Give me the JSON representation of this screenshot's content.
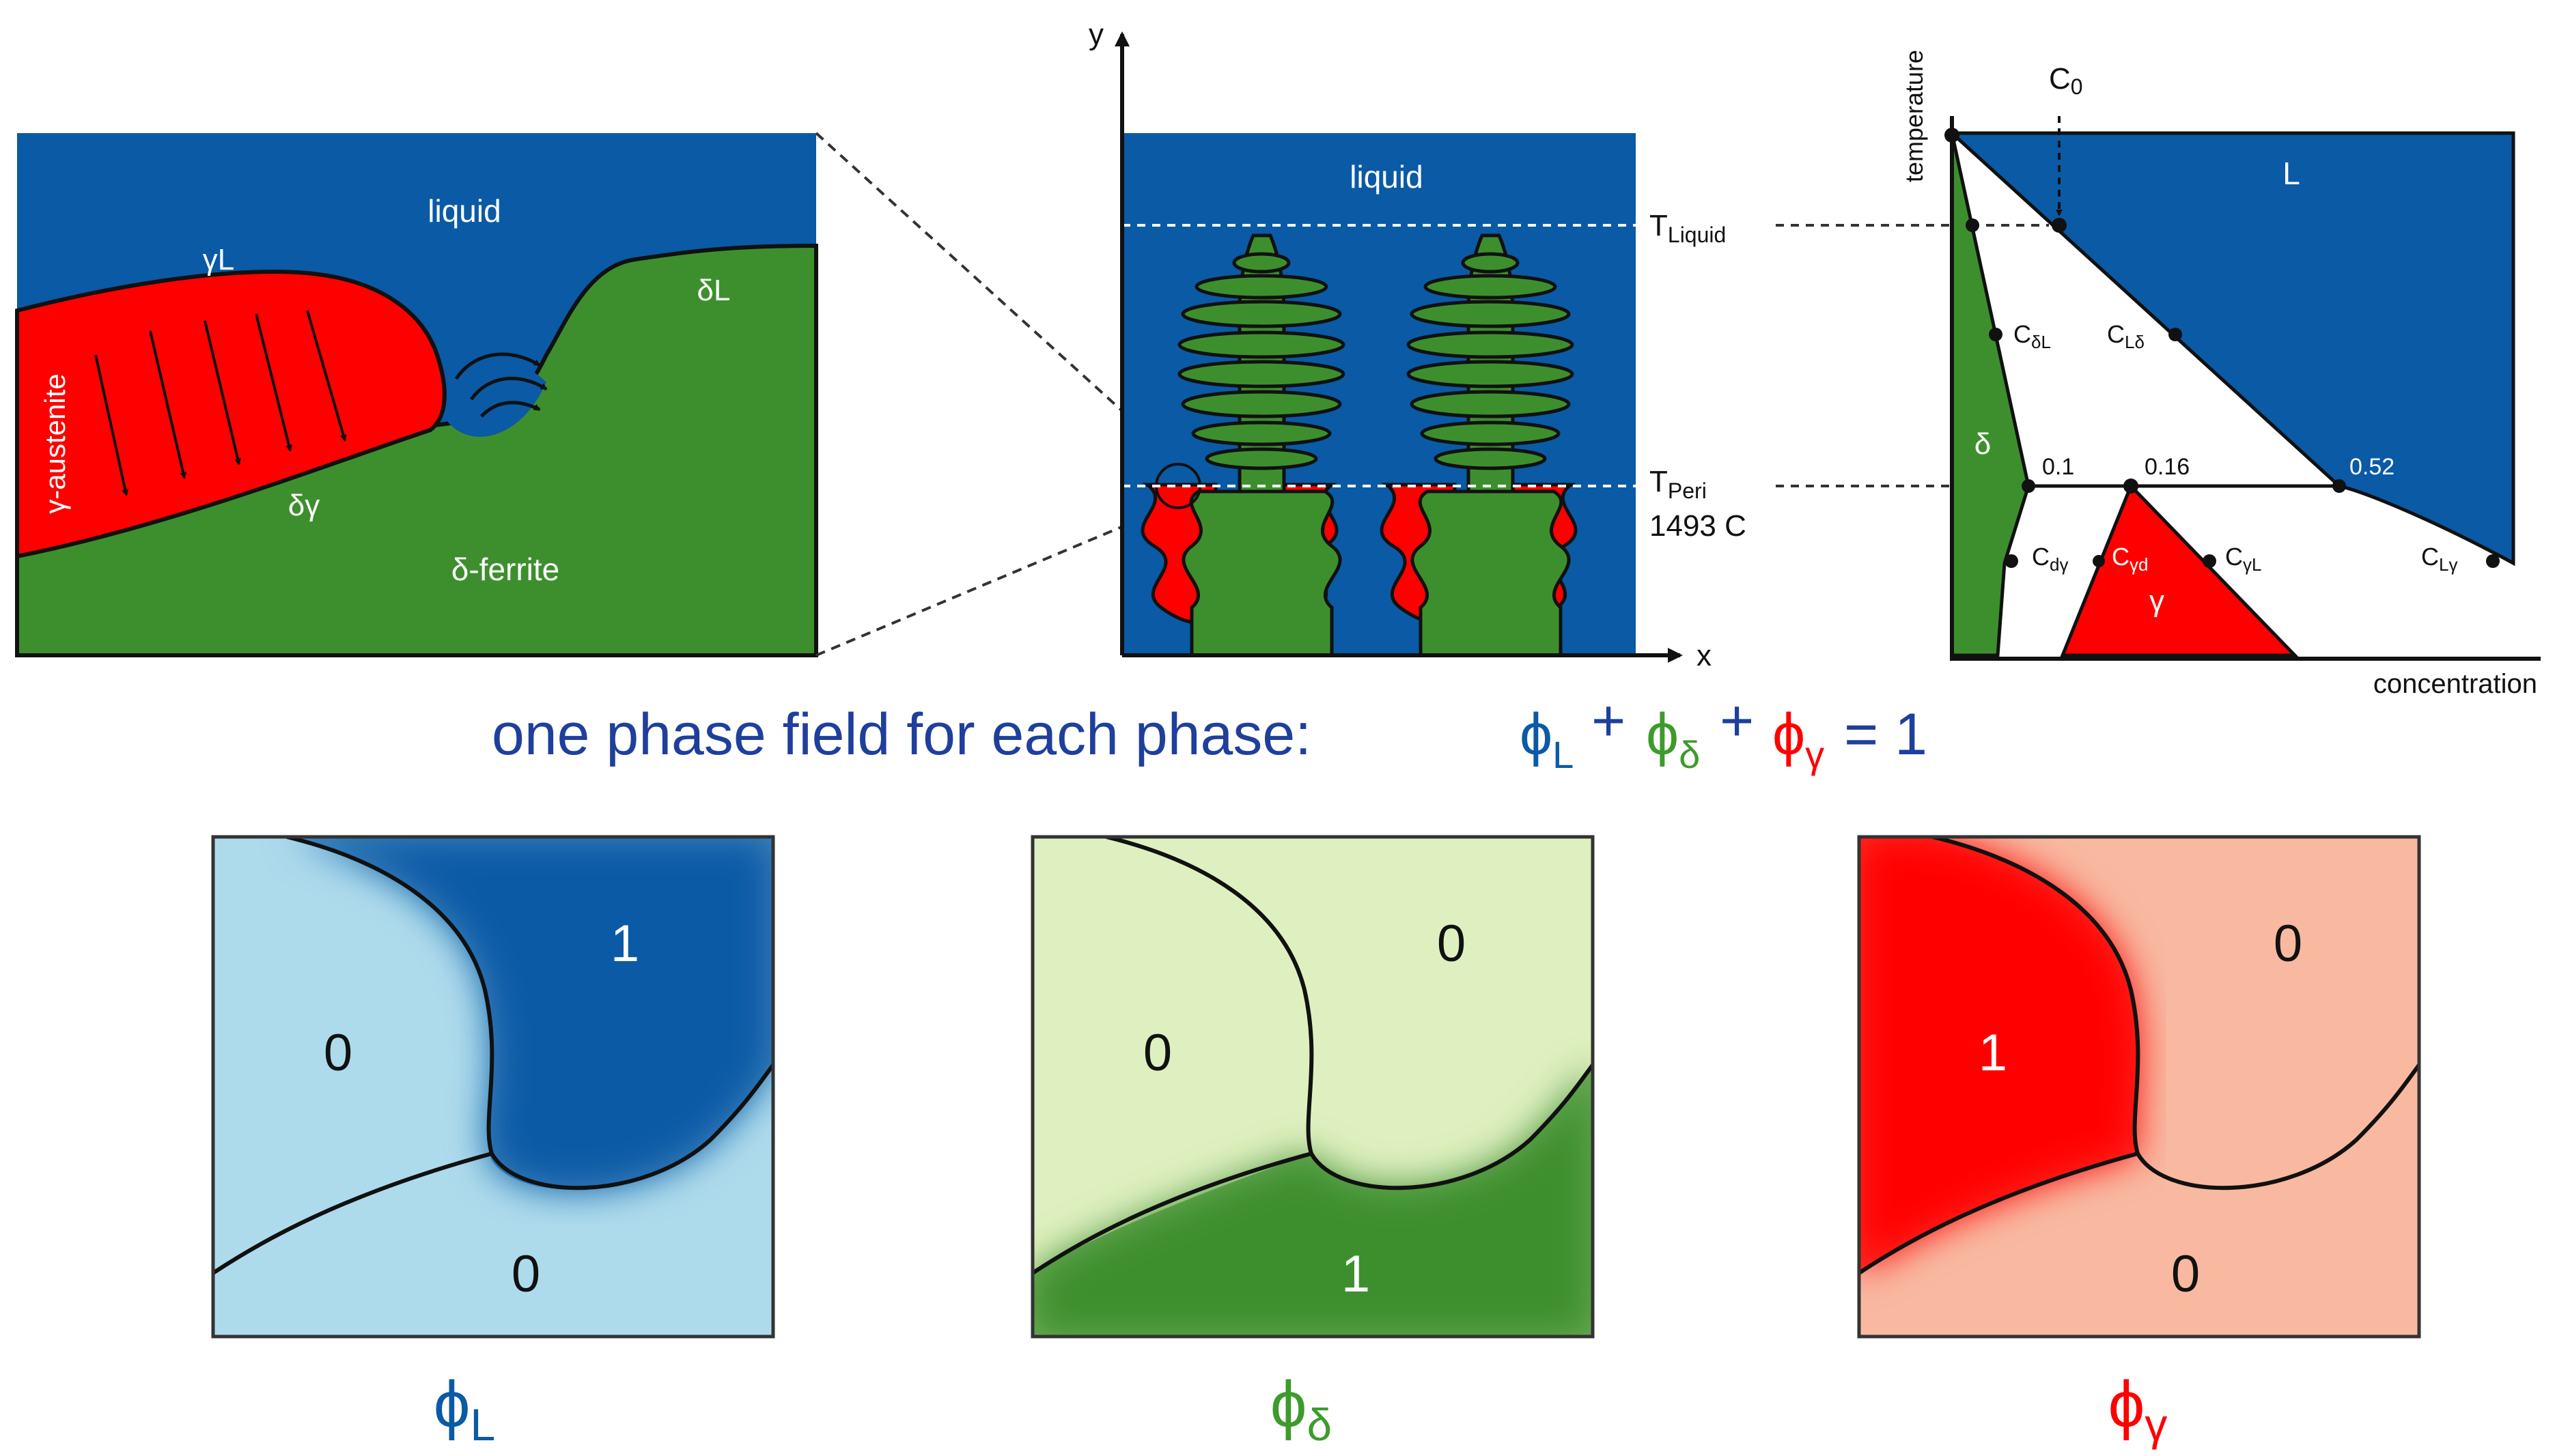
{
  "colors": {
    "liquid": "#0a5aa6",
    "delta_ferrite": "#3d8f2e",
    "gamma_austenite": "#ff0000",
    "phiL_light": "#aedbec",
    "phiD_light": "#dff0c0",
    "phiG_light": "#f8b9a0",
    "legend_blue": "#0a5aa6",
    "legend_green": "#3d9b2c",
    "legend_red": "#ff0000"
  },
  "microstructure": {
    "liquid": "liquid",
    "gamma_liquid": "γL",
    "delta_liquid": "δL",
    "gamma_austenite": "γ-austenite",
    "delta_gamma": "δγ",
    "delta_ferrite": "δ-ferrite"
  },
  "dendrites": {
    "y_axis": "y",
    "x_axis": "x",
    "liquid": "liquid",
    "t_liquid": "T",
    "t_liquid_sub": "Liquid",
    "t_peri": "T",
    "t_peri_sub": "Peri",
    "t_peri_value": "1493  C"
  },
  "phase_diagram": {
    "y_axis": "temperature",
    "x_axis": "concentration",
    "c0": "C",
    "c0_sub": "0",
    "L": "L",
    "delta": "δ",
    "gamma": "γ",
    "c_dl": "C",
    "c_dl_sub": "δL",
    "c_ld": "C",
    "c_ld_sub": "Lδ",
    "c_dg": "C",
    "c_dg_sub": "dγ",
    "c_gd": "C",
    "c_gd_sub": "γd",
    "c_gl": "C",
    "c_gl_sub": "γL",
    "c_lg": "C",
    "c_lg_sub": "Lγ",
    "v1": "0.1",
    "v2": "0.16",
    "v3": "0.52"
  },
  "equation": {
    "text": "one  phase  field  for each phase:",
    "phi": "ϕ",
    "sub_L": "L",
    "sub_d": "δ",
    "sub_g": "γ",
    "plus": "+",
    "equals": "= 1"
  },
  "fields": {
    "phiL": {
      "top_right": "1",
      "left": "0",
      "bottom": "0"
    },
    "phiD": {
      "top_right": "0",
      "left": "0",
      "bottom": "1"
    },
    "phiG": {
      "top_right": "0",
      "left": "1",
      "bottom": "0"
    }
  },
  "captions": {
    "phi": "ϕ",
    "L": "L",
    "d": "δ",
    "g": "γ"
  }
}
